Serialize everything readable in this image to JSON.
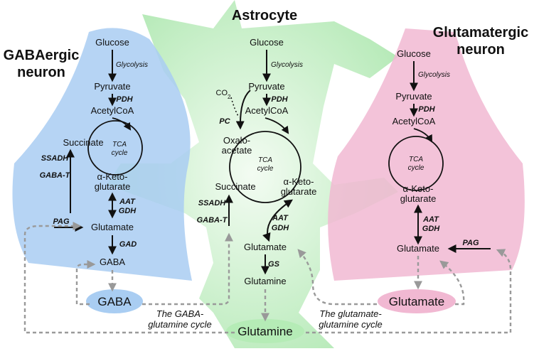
{
  "titles": {
    "astrocyte": "Astrocyte",
    "gaba_neuron": [
      "GABAergic",
      "neuron"
    ],
    "glut_neuron": [
      "Glutamatergic",
      "neuron"
    ]
  },
  "gaba_neuron": {
    "glucose": "Glucose",
    "glycolysis": "Glycolysis",
    "pyruvate": "Pyruvate",
    "pdh": "PDH",
    "acetylcoa": "AcetylCoA",
    "succinate": "Succinate",
    "tca": [
      "TCA",
      "cycle"
    ],
    "akg": [
      "α-Keto-",
      "glutarate"
    ],
    "ssadh": "SSADH",
    "gabat": "GABA-T",
    "aat": "AAT",
    "gdh": "GDH",
    "pag": "PAG",
    "glutamate": "Glutamate",
    "gad": "GAD",
    "gaba": "GABA"
  },
  "astrocyte": {
    "glucose": "Glucose",
    "glycolysis": "Glycolysis",
    "pyruvate": "Pyruvate",
    "co2": "CO",
    "co2_sub": "2",
    "pdh": "PDH",
    "pc": "PC",
    "acetylcoa": "AcetylCoA",
    "oxalo": [
      "Oxalo-",
      "acetate"
    ],
    "tca": [
      "TCA",
      "cycle"
    ],
    "succinate": "Succinate",
    "akg": [
      "α-Keto-",
      "glutarate"
    ],
    "ssadh": "SSADH",
    "gabat": "GABA-T",
    "aat": "AAT",
    "gdh": "GDH",
    "glutamate": "Glutamate",
    "gs": "GS",
    "glutamine": "Glutamine"
  },
  "glut_neuron": {
    "glucose": "Glucose",
    "glycolysis": "Glycolysis",
    "pyruvate": "Pyruvate",
    "pdh": "PDH",
    "acetylcoa": "AcetylCoA",
    "tca": [
      "TCA",
      "cycle"
    ],
    "akg": [
      "α-Keto-",
      "glutarate"
    ],
    "aat": "AAT",
    "gdh": "GDH",
    "glutamate": "Glutamate",
    "pag": "PAG"
  },
  "extracellular": {
    "gaba": "GABA",
    "glutamate": "Glutamate",
    "glutamine": "Glutamine"
  },
  "captions": {
    "gaba_cycle": [
      "The GABA-",
      "glutamine cycle"
    ],
    "glut_cycle": [
      "The glutamate-",
      "glutamine cycle"
    ]
  },
  "colors": {
    "gaba_cell": "#a9cdf2",
    "astro": "#b5ecb6",
    "glut_cell": "#f1b8d2",
    "arrow": "#111111",
    "cycle_arrow": "#9a9a9a"
  }
}
